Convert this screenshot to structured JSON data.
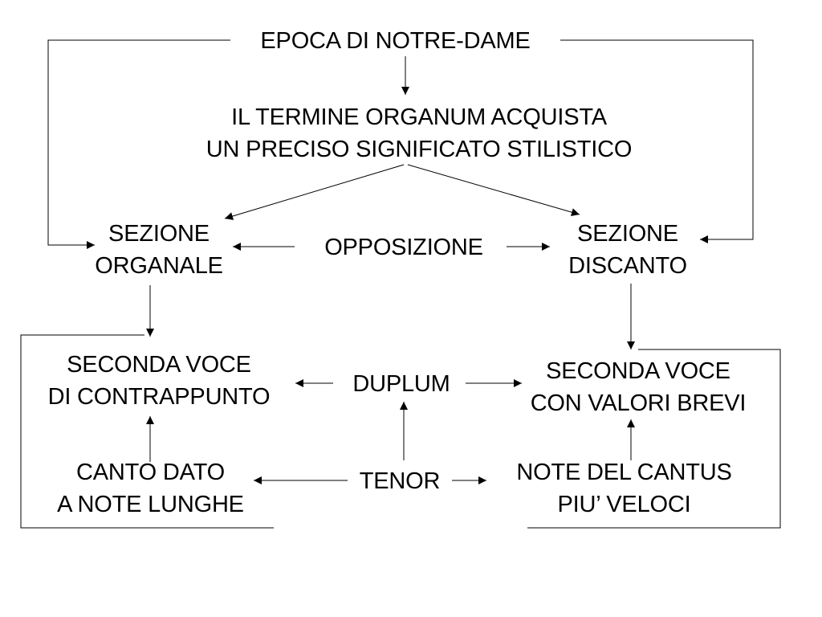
{
  "diagram": {
    "nodes": {
      "epoca": {
        "lines": [
          "EPOCA DI NOTRE-DAME"
        ]
      },
      "termine": {
        "lines": [
          "IL TERMINE ORGANUM ACQUISTA",
          "UN PRECISO SIGNIFICATO STILISTICO"
        ]
      },
      "sezione_organale": {
        "lines": [
          "SEZIONE",
          "ORGANALE"
        ]
      },
      "opposizione": {
        "lines": [
          "OPPOSIZIONE"
        ]
      },
      "sezione_discanto": {
        "lines": [
          "SEZIONE",
          "DISCANTO"
        ]
      },
      "seconda_voce_contrappunto": {
        "lines": [
          "SECONDA VOCE",
          "DI CONTRAPPUNTO"
        ]
      },
      "duplum": {
        "lines": [
          "DUPLUM"
        ]
      },
      "seconda_voce_brevi": {
        "lines": [
          "SECONDA VOCE",
          "CON VALORI BREVI"
        ]
      },
      "canto_dato": {
        "lines": [
          "CANTO DATO",
          "A NOTE LUNGHE"
        ]
      },
      "tenor": {
        "lines": [
          "TENOR"
        ]
      },
      "note_cantus": {
        "lines": [
          "NOTE DEL CANTUS",
          "PIU’ VELOCI"
        ]
      }
    },
    "edges": [
      {
        "from": "epoca",
        "to": "termine"
      },
      {
        "from": "termine",
        "to": "sezione_organale"
      },
      {
        "from": "termine",
        "to": "sezione_discanto"
      },
      {
        "from": "epoca",
        "to": "sezione_organale"
      },
      {
        "from": "epoca",
        "to": "sezione_discanto"
      },
      {
        "from": "opposizione",
        "to": "sezione_organale"
      },
      {
        "from": "opposizione",
        "to": "sezione_discanto"
      },
      {
        "from": "sezione_organale",
        "to": "seconda_voce_contrappunto"
      },
      {
        "from": "sezione_discanto",
        "to": "seconda_voce_brevi"
      },
      {
        "from": "duplum",
        "to": "seconda_voce_contrappunto"
      },
      {
        "from": "duplum",
        "to": "seconda_voce_brevi"
      },
      {
        "from": "canto_dato",
        "to": "seconda_voce_contrappunto"
      },
      {
        "from": "note_cantus",
        "to": "seconda_voce_brevi"
      },
      {
        "from": "tenor",
        "to": "duplum"
      },
      {
        "from": "tenor",
        "to": "canto_dato"
      },
      {
        "from": "tenor",
        "to": "note_cantus"
      }
    ]
  }
}
